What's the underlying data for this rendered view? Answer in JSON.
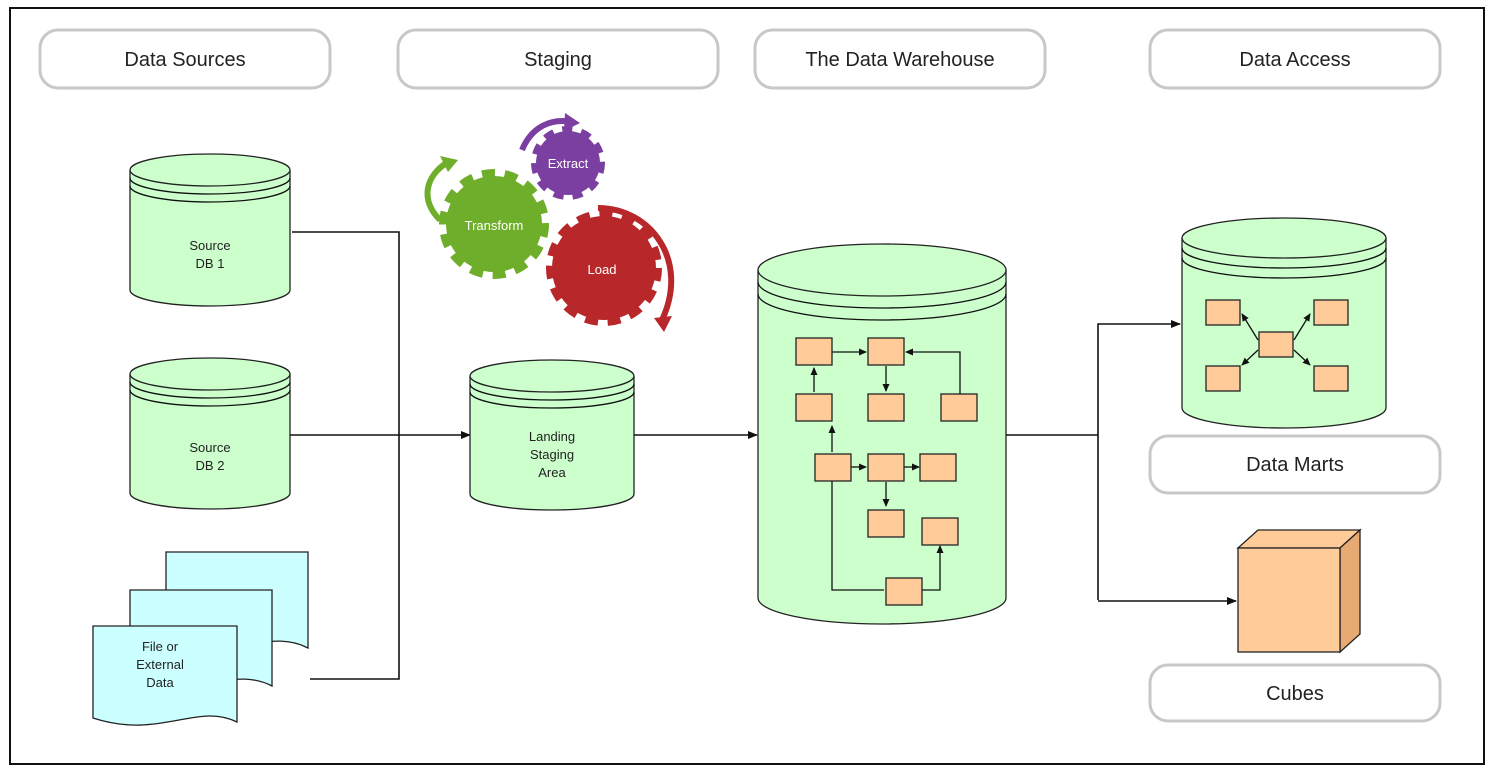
{
  "columns": {
    "sources": "Data Sources",
    "staging": "Staging",
    "warehouse": "The Data Warehouse",
    "access": "Data Access"
  },
  "sources": {
    "db1": [
      "Source",
      "DB 1"
    ],
    "db2": [
      "Source",
      "DB 2"
    ],
    "file": [
      "File or",
      "External",
      "Data"
    ]
  },
  "etl": {
    "extract": "Extract",
    "transform": "Transform",
    "load": "Load",
    "colors": {
      "extract": "#7a3fa0",
      "transform": "#6fae2a",
      "load": "#b8282a"
    }
  },
  "staging_area": [
    "Landing",
    "Staging",
    "Area"
  ],
  "access": {
    "marts": "Data Marts",
    "cubes": "Cubes"
  },
  "colors": {
    "db_fill": "#ccffcc",
    "entity_fill": "#ffcc99",
    "document_fill": "#ccffff"
  }
}
